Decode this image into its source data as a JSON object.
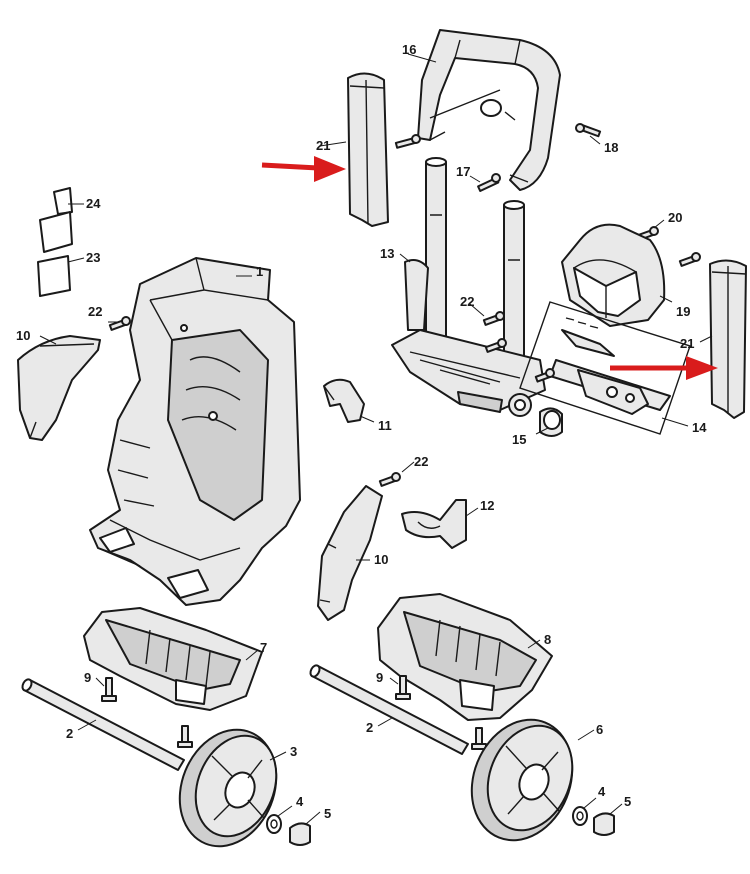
{
  "diagram": {
    "callouts": [
      "1",
      "2",
      "2",
      "3",
      "4",
      "4",
      "5",
      "5",
      "6",
      "7",
      "8",
      "9",
      "9",
      "10",
      "10",
      "11",
      "12",
      "13",
      "14",
      "15",
      "16",
      "17",
      "18",
      "19",
      "20",
      "21",
      "21",
      "22",
      "22",
      "22",
      "23",
      "24"
    ],
    "colors": {
      "part_fill": "#e9e9e9",
      "outline": "#1a1a1a",
      "arrow": "#d91c1c"
    },
    "arrows": [
      "red-arrow-pointing-to-part-21-left",
      "red-arrow-pointing-to-part-21-right"
    ]
  }
}
